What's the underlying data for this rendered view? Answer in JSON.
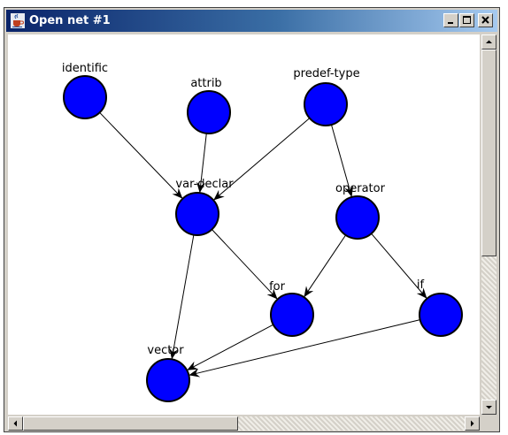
{
  "window": {
    "title": "Open net #1",
    "controls": {
      "minimize": "minimize-icon",
      "maximize": "maximize-icon",
      "close": "close-icon"
    }
  },
  "graph": {
    "node_color": "#0000ff",
    "edge_color": "#000000",
    "nodes": [
      {
        "id": "identific",
        "label": "identific"
      },
      {
        "id": "attrib",
        "label": "attrib"
      },
      {
        "id": "predef-type",
        "label": "predef-type"
      },
      {
        "id": "var-declar",
        "label": "var-declar"
      },
      {
        "id": "operator",
        "label": "operator"
      },
      {
        "id": "for",
        "label": "for"
      },
      {
        "id": "if",
        "label": "if"
      },
      {
        "id": "vector",
        "label": "vector"
      }
    ],
    "edges": [
      {
        "from": "identific",
        "to": "var-declar"
      },
      {
        "from": "attrib",
        "to": "var-declar"
      },
      {
        "from": "predef-type",
        "to": "var-declar"
      },
      {
        "from": "predef-type",
        "to": "operator"
      },
      {
        "from": "var-declar",
        "to": "vector"
      },
      {
        "from": "var-declar",
        "to": "for"
      },
      {
        "from": "operator",
        "to": "for"
      },
      {
        "from": "operator",
        "to": "if"
      },
      {
        "from": "for",
        "to": "vector"
      },
      {
        "from": "if",
        "to": "vector"
      }
    ]
  },
  "scrollbars": {
    "vertical": {
      "up": "arrow-up-icon",
      "down": "arrow-down-icon"
    },
    "horizontal": {
      "left": "arrow-left-icon",
      "right": "arrow-right-icon"
    }
  }
}
